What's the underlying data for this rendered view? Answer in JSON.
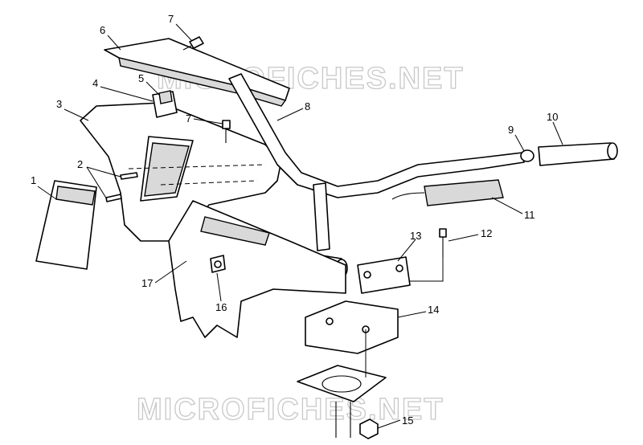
{
  "watermark": {
    "top": "MICROFICHES.NET",
    "bottom": "MICROFICHES.NET"
  },
  "callouts": [
    "1",
    "2",
    "3",
    "4",
    "5",
    "6",
    "7",
    "7",
    "8",
    "9",
    "10",
    "11",
    "12",
    "13",
    "14",
    "15",
    "16",
    "17"
  ]
}
